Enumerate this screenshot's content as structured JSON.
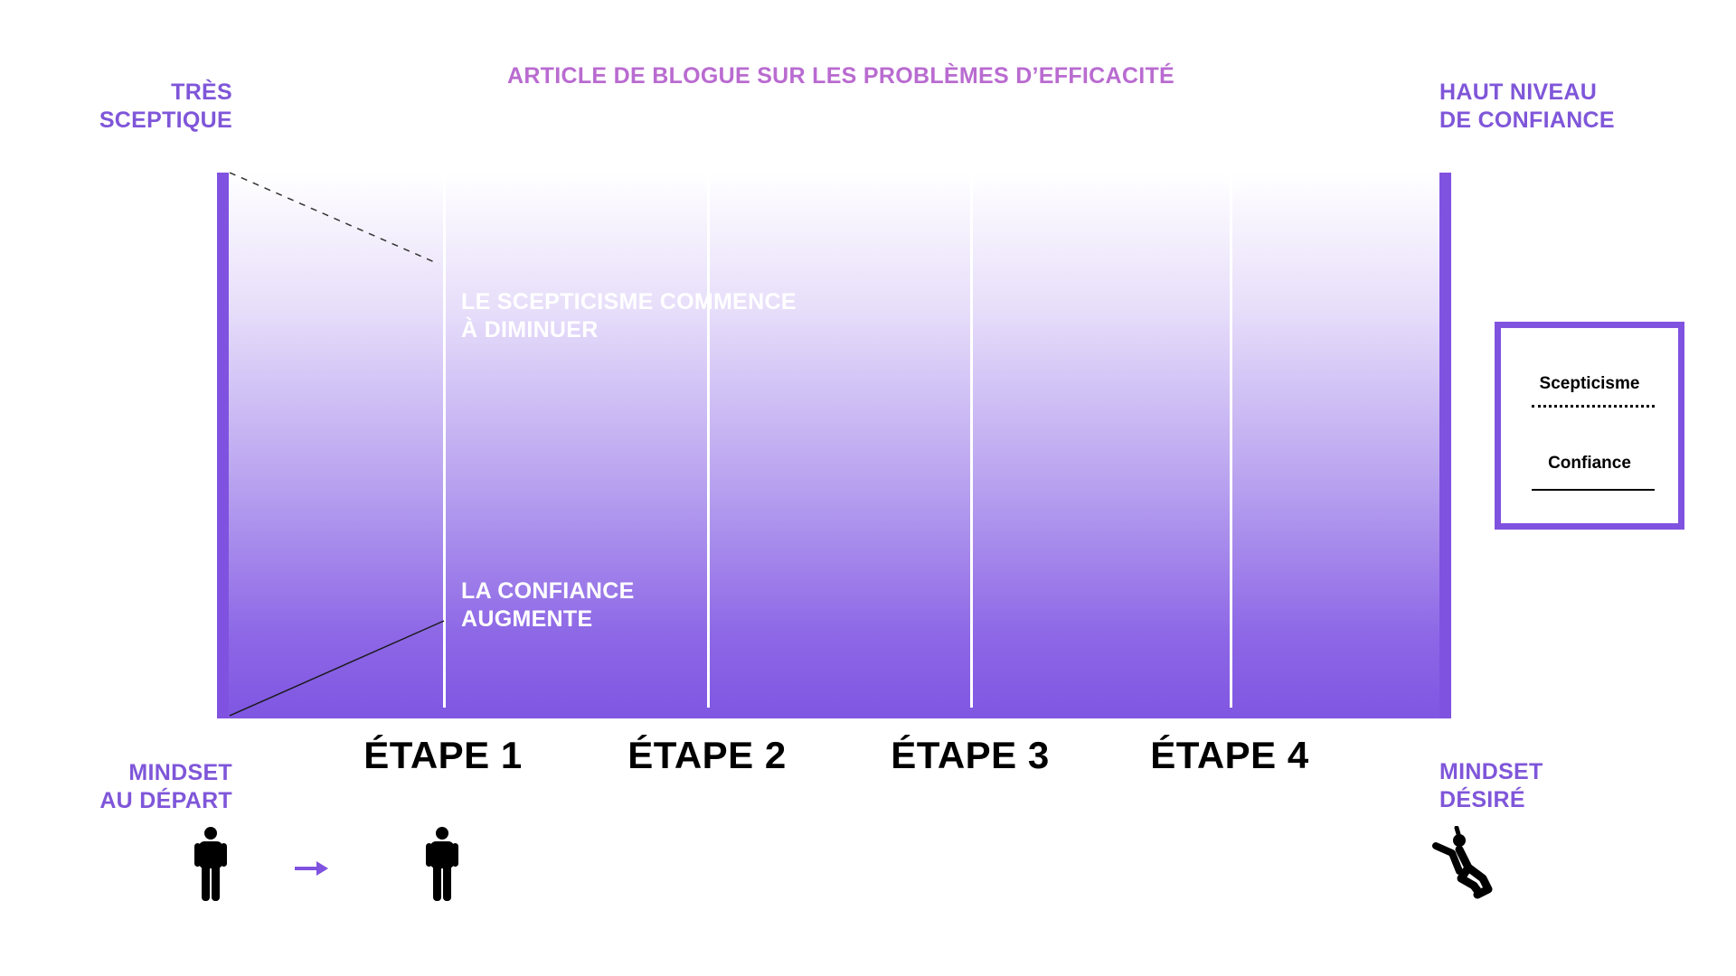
{
  "title": "ARTICLE DE BLOGUE SUR LES PROBLÈMES D’EFFICACITÉ",
  "top_left": [
    "TRÈS",
    "SCEPTIQUE"
  ],
  "top_right": [
    "HAUT NIVEAU",
    "DE CONFIANCE"
  ],
  "bottom_left": [
    "MINDSET",
    "AU DÉPART"
  ],
  "bottom_right": [
    "MINDSET",
    "DÉSIRÉ"
  ],
  "skepticism_label": [
    "LE SCEPTICISME COMMENCE",
    "À DIMINUER"
  ],
  "confidence_label": [
    "LA CONFIANCE",
    "AUGMENTE"
  ],
  "stages": [
    "ÉTAPE 1",
    "ÉTAPE 2",
    "ÉTAPE 3",
    "ÉTAPE 4"
  ],
  "legend": {
    "skepticism": "Scepticisme",
    "confidence": "Confiance"
  },
  "icons": {
    "start_person": "standing-person-icon",
    "arrow": "arrow-right-icon",
    "stage_person": "standing-person-icon",
    "end_person": "jumping-person-icon"
  },
  "colors": {
    "accent": "#8052e0",
    "title": "#b96bd0"
  }
}
